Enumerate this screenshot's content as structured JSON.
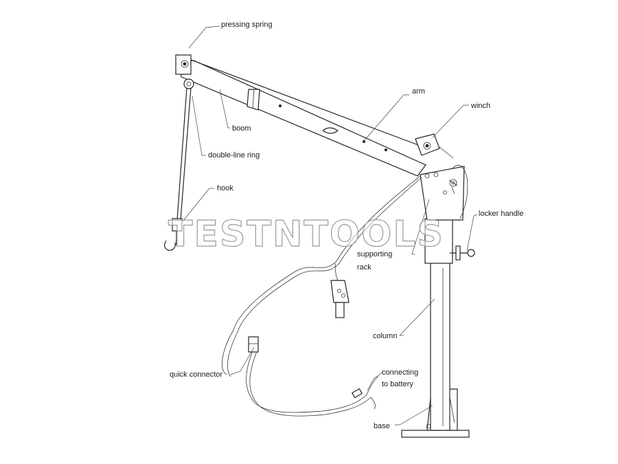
{
  "watermark": "TESTNTOOLS",
  "labels": {
    "pressing_spring": "pressing spring",
    "arm": "arm",
    "winch": "winch",
    "boom": "boom",
    "double_line_ring": "double-line ring",
    "hook": "hook",
    "locker_handle": "locker handle",
    "supporting_rack_line1": "supporting",
    "supporting_rack_line2": "rack",
    "column": "column",
    "quick_connector": "quick connector",
    "connecting_line1": "connecting",
    "connecting_line2": "to battery",
    "base": "base"
  }
}
